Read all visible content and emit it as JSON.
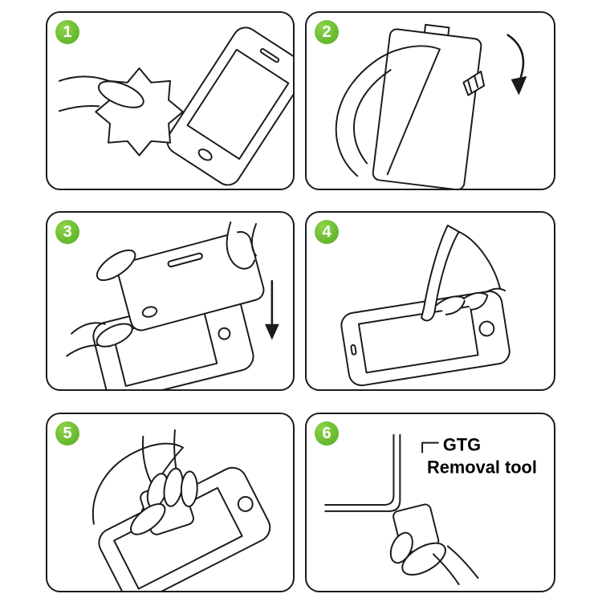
{
  "page": {
    "background": "#ffffff",
    "description": "6-step screen protector installation instructions"
  },
  "colors": {
    "badge_green": "#54ab21",
    "line": "#1b1b1b"
  },
  "steps": [
    {
      "number": "1",
      "name": "clean-screen-with-cloth"
    },
    {
      "number": "2",
      "name": "peel-backing-film"
    },
    {
      "number": "3",
      "name": "align-and-place-glass"
    },
    {
      "number": "4",
      "name": "press-screen-center"
    },
    {
      "number": "5",
      "name": "smooth-out-with-card"
    },
    {
      "number": "6",
      "name": "use-removal-tool",
      "label_line1": "GTG",
      "label_line2": "Removal tool"
    }
  ]
}
